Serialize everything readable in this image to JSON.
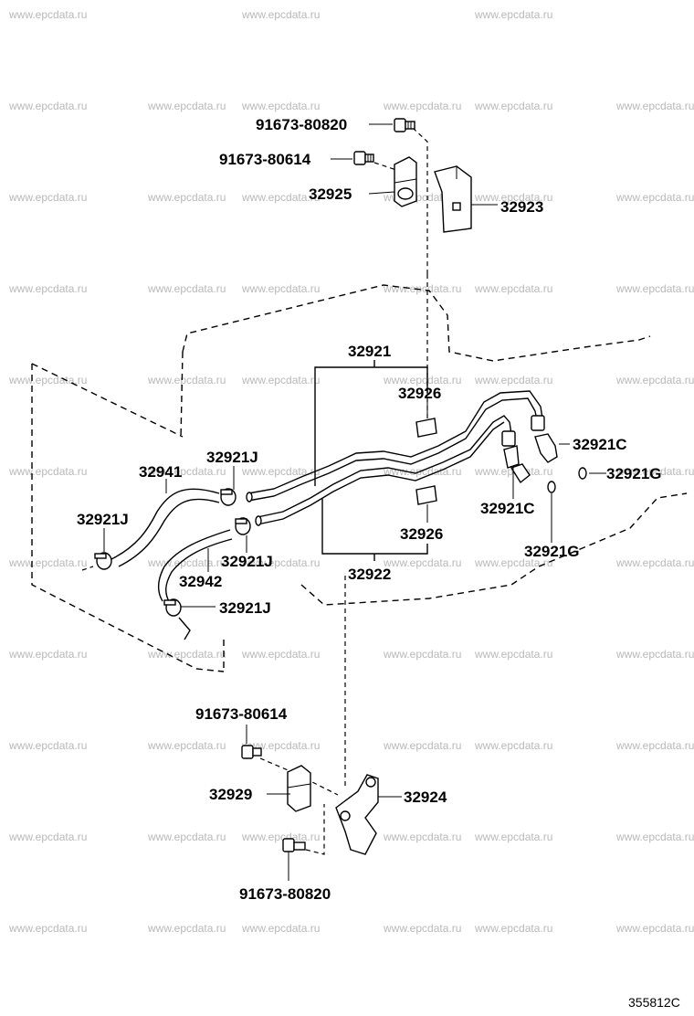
{
  "diagram": {
    "watermark_text": "www.epcdata.ru",
    "drawing_code": "355812C",
    "labels": {
      "bolt_upper": "91673-80820",
      "bolt_upper2": "91673-80614",
      "clamp_upper": "32925",
      "bracket_upper": "32923",
      "tube_set_upper": "32921",
      "grommet_upper": "32926",
      "hose_left": "32941",
      "clip_1": "32921J",
      "clip_2": "32921J",
      "clip_3": "32921J",
      "clip_4": "32921J",
      "hose_lower": "32942",
      "union_1": "32921C",
      "union_2": "32921C",
      "gasket_1": "32921G",
      "gasket_2": "32921G",
      "grommet_lower": "32926",
      "tube_set_lower": "32922",
      "bolt_lower2": "91673-80614",
      "clamp_lower": "32929",
      "bracket_lower": "32924",
      "bolt_lower": "91673-80820"
    }
  }
}
